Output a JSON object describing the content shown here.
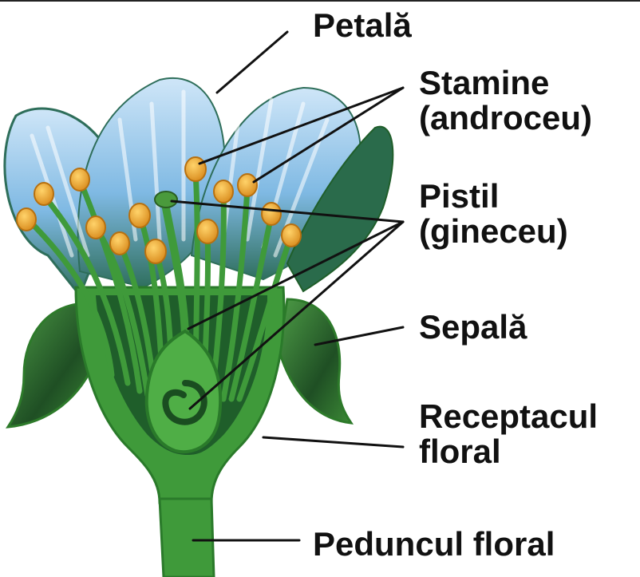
{
  "labels": {
    "petala": "Petală",
    "stamine_line1": "Stamine",
    "stamine_line2": "(androceu)",
    "pistil_line1": "Pistil",
    "pistil_line2": "(gineceu)",
    "sepala": "Sepală",
    "receptacul_line1": "Receptacul",
    "receptacul_line2": "floral",
    "peduncul": "Peduncul floral"
  },
  "colors": {
    "petal_blue": "#8fc4ea",
    "petal_dark": "#2e6e5a",
    "stem_green": "#3f9a3a",
    "dark_green": "#1f5e2a",
    "anther_orange": "#e8a52a",
    "leader_line": "#111111"
  }
}
